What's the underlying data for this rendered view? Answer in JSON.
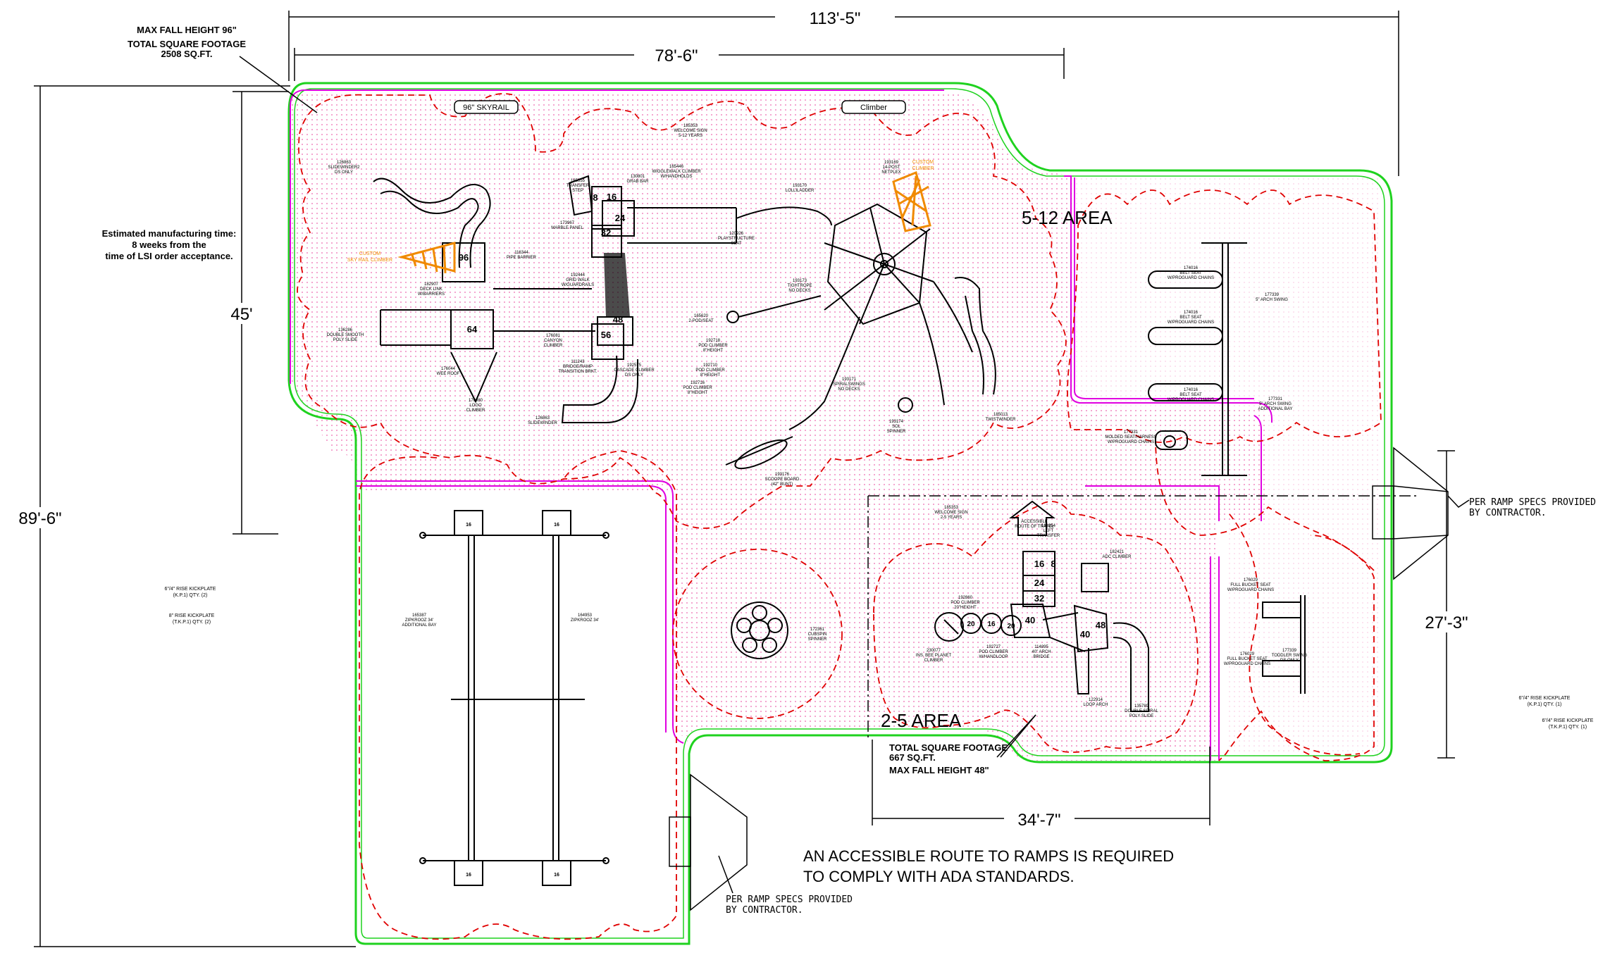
{
  "dimensions": {
    "overall_width": "113'-5\"",
    "upper_width": "78'-6\"",
    "overall_height": "89'-6\"",
    "upper_height": "45'",
    "right_height": "27'-3\"",
    "small_width": "34'-7\""
  },
  "notes": {
    "max_fall_big": "MAX FALL HEIGHT 96\"",
    "sqft_big_1": "TOTAL SQUARE FOOTAGE",
    "sqft_big_2": "2508 SQ.FT.",
    "mfg_1": "Estimated manufacturing time:",
    "mfg_2": "8  weeks from the",
    "mfg_3": "time of LSI order acceptance.",
    "sqft_small_1": "TOTAL SQUARE FOOTAGE",
    "sqft_small_2": "667 SQ.FT.",
    "max_fall_small": "MAX FALL HEIGHT 48\"",
    "ada_1": "AN ACCESSIBLE ROUTE TO RAMPS IS REQUIRED",
    "ada_2": "TO COMPLY WITH ADA STANDARDS.",
    "ramp_right_1": "PER RAMP SPECS PROVIDED",
    "ramp_right_2": "BY CONTRACTOR.",
    "ramp_bottom_1": "PER RAMP SPECS PROVIDED",
    "ramp_bottom_2": "BY CONTRACTOR."
  },
  "areas": {
    "big": "5-12 AREA",
    "small": "2-5 AREA"
  },
  "banners": {
    "skyrail": "96\" SKYRAIL",
    "climber": "Climber"
  },
  "decks": {
    "d96": "96",
    "d64": "64",
    "d8": "8",
    "d16": "16",
    "d24": "24",
    "d32": "32",
    "d48": "48",
    "d56": "56",
    "s16": "16",
    "s8": "8",
    "s24": "24",
    "s32": "32",
    "s40a": "40",
    "s40b": "40",
    "s48": "48",
    "s20a": "20",
    "s20b": "20",
    "s16b": "16",
    "post1": "16",
    "post2": "16",
    "post3": "16",
    "post4": "16"
  },
  "side_notes": {
    "left_1a": "6\"/4\" RISE KICKPLATE",
    "left_1b": "(K.P.1) QTY. (2)",
    "left_2a": "8\" RISE KICKPLATE",
    "left_2b": "(T.K.P.1) QTY. (2)",
    "right_1a": "6\"/4\" RISE KICKPLATE",
    "right_1b": "(K.P.1) QTY. (1)",
    "right_2a": "6\"/4\" RISE KICKPLATE",
    "right_2b": "(T.K.P.1) QTY. (1)"
  },
  "components": [
    {
      "id": "c1",
      "l1": "126863",
      "l2": "SLIDEWINDER2",
      "l3": "DS ONLY"
    },
    {
      "id": "c2",
      "l1": "165855",
      "l2": "TRANSFER",
      "l3": "STEP"
    },
    {
      "id": "c3",
      "l1": "130801",
      "l2": "GRAB BAR",
      "l3": ""
    },
    {
      "id": "c4",
      "l1": "165446",
      "l2": "WIGGLEWALK CLIMBER",
      "l3": "W/HANDHOLDS"
    },
    {
      "id": "c5",
      "l1": "185353",
      "l2": "WELCOME SIGN",
      "l3": "5-12 YEARS"
    },
    {
      "id": "c6",
      "l1": "116344",
      "l2": "PIPE BARRIER",
      "l3": ""
    },
    {
      "id": "c7",
      "l1": "173967",
      "l2": "MARBLE PANEL",
      "l3": ""
    },
    {
      "id": "c8",
      "l1": "193170",
      "l2": "LOLLILADDER",
      "l3": ""
    },
    {
      "id": "c9",
      "l1": "193169",
      "l2": "14-POST",
      "l3": "NETPLEX"
    },
    {
      "id": "c10",
      "l1": "120926",
      "l2": "PLAYSTRUCTURE",
      "l3": "SEAT"
    },
    {
      "id": "c11",
      "l1": "182907",
      "l2": "DECK LINK",
      "l3": "W/BARRIERS"
    },
    {
      "id": "c12",
      "l1": "192444",
      "l2": "GRID WALK",
      "l3": "W/GUARDRAILS"
    },
    {
      "id": "c13",
      "l1": "193173",
      "l2": "TIGHTROPE",
      "l3": "NO DECKS"
    },
    {
      "id": "c14",
      "l1": "136286",
      "l2": "DOUBLE SMOOTH",
      "l3": "POLY SLIDE"
    },
    {
      "id": "c15",
      "l1": "176081",
      "l2": "CANYON",
      "l3": "CLIMBER"
    },
    {
      "id": "c16",
      "l1": "165620",
      "l2": "2-POD/SEAT",
      "l3": ""
    },
    {
      "id": "c17",
      "l1": "111243",
      "l2": "BRIDGE/RAMP",
      "l3": "TRANSITION BRKT."
    },
    {
      "id": "c18",
      "l1": "192718",
      "l2": "POD CLIMBER",
      "l3": "8\"HEIGHT"
    },
    {
      "id": "c19",
      "l1": "192575",
      "l2": "CASCADE CLIMBER",
      "l3": "DS ONLY"
    },
    {
      "id": "c20",
      "l1": "176044",
      "l2": "WEE ROOF",
      "l3": ""
    },
    {
      "id": "c21",
      "l1": "192710",
      "l2": "POD CLIMBER",
      "l3": "8\"HEIGHT"
    },
    {
      "id": "c22",
      "l1": "192716",
      "l2": "POD CLIMBER",
      "l3": "8\"HEIGHT"
    },
    {
      "id": "c23",
      "l1": "193171",
      "l2": "SPIRALSWINGS",
      "l3": "NO DECKS"
    },
    {
      "id": "c24",
      "l1": "176080",
      "l2": "LOGO",
      "l3": "CLIMBER"
    },
    {
      "id": "c25",
      "l1": "126863",
      "l2": "SLIDEWINDER",
      "l3": ""
    },
    {
      "id": "c26",
      "l1": "193174",
      "l2": "SOL",
      "l3": "SPINNER"
    },
    {
      "id": "c27",
      "l1": "185013",
      "l2": "TWISTWINDER",
      "l3": ""
    },
    {
      "id": "c28",
      "l1": "193176",
      "l2": "SCOOPE BOARD",
      "l3": "(42\" BUNT)"
    },
    {
      "id": "c29",
      "l1": "174016",
      "l2": "BELT SEAT",
      "l3": "W/PROGUARD CHAINS"
    },
    {
      "id": "c30",
      "l1": "174016",
      "l2": "BELT SEAT",
      "l3": "W/PROGUARD CHAINS"
    },
    {
      "id": "c31",
      "l1": "174016",
      "l2": "BELT SEAT",
      "l3": "W/PROGUARD CHAINS"
    },
    {
      "id": "c32",
      "l1": "177339",
      "l2": "5\" ARCH SWING",
      "l3": ""
    },
    {
      "id": "c33",
      "l1": "177331",
      "l2": "5\" ARCH SWING",
      "l3": "ADDITIONAL BAY"
    },
    {
      "id": "c34",
      "l1": "177331",
      "l2": "MOLDED SEAT/HARNESS",
      "l3": "W/PROGUARD CHAINS"
    },
    {
      "id": "c35",
      "l1": "185353",
      "l2": "WELCOME SIGN",
      "l3": "2-5 YEARS"
    },
    {
      "id": "c36",
      "l1": "184254",
      "l2": "LEFT",
      "l3": "TRANSFER"
    },
    {
      "id": "c37",
      "l1": "182421",
      "l2": "ADC CLIMBER",
      "l3": ""
    },
    {
      "id": "c38",
      "l1": "176029",
      "l2": "FULL BUCKET SEAT",
      "l3": "W/PROGUARD CHAINS"
    },
    {
      "id": "c39",
      "l1": "177339",
      "l2": "TODDLER SWING",
      "l3": "DS ONLY"
    },
    {
      "id": "c40",
      "l1": "176029",
      "l2": "FULL BUCKET SEAT",
      "l3": "W/PROGUARD CHAINS"
    },
    {
      "id": "c41",
      "l1": "165387",
      "l2": "ZIPKROOZ 34'",
      "l3": "ADDITIONAL BAY"
    },
    {
      "id": "c42",
      "l1": "164953",
      "l2": "ZIPKROOZ 34'",
      "l3": ""
    },
    {
      "id": "c43",
      "l1": "172361",
      "l2": "CUBSPIN",
      "l3": "SPINNER"
    },
    {
      "id": "c44",
      "l1": "192860",
      "l2": "POD CLIMBER",
      "l3": "20\"HEIGHT"
    },
    {
      "id": "c45",
      "l1": "192727",
      "l2": "POD CLIMBER",
      "l3": "W/HANDLOOP"
    },
    {
      "id": "c46",
      "l1": "230077",
      "l2": "INS. BEE PLANET",
      "l3": "CLIMBER"
    },
    {
      "id": "c47",
      "l1": "114895",
      "l2": "40\" ARCH",
      "l3": "BRIDGE"
    },
    {
      "id": "c48",
      "l1": "122914",
      "l2": "LOOP ARCH",
      "l3": ""
    },
    {
      "id": "c49",
      "l1": "135789",
      "l2": "DOUBLE SPIRAL",
      "l3": "POLY SLIDE"
    },
    {
      "id": "c50",
      "l1": "",
      "l2": "ACCESSIBLE",
      "l3": "ROUTE OF TRAVEL"
    }
  ],
  "annotations": {
    "custom_left_1": "CUSTOM",
    "custom_left_2": "SKY RAIL CLIMBER",
    "custom_right_1": "CUSTOM",
    "custom_right_2": "CLIMBER"
  },
  "colors": {
    "boundary": "#1fd21f",
    "pink_line": "#e000e0",
    "red_dash": "#e00000",
    "dot": "#e8409a",
    "orange": "#f08a00"
  }
}
